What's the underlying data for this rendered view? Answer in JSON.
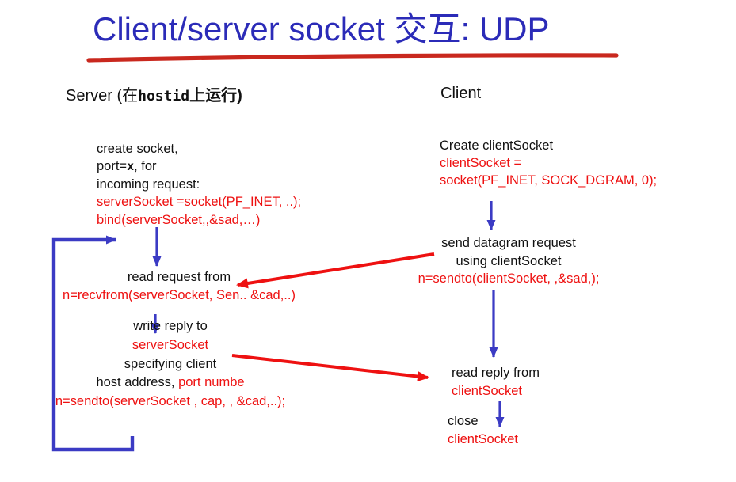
{
  "colors": {
    "title_blue": "#2b2bb8",
    "arrow_blue": "#3b3bc4",
    "code_red": "#ee1111",
    "underline_red": "#c9281e",
    "text_black": "#111111"
  },
  "title": {
    "prefix": "Client/server socket ",
    "cn": "交互",
    "suffix": ": UDP"
  },
  "server": {
    "header": {
      "prefix": "Server (在",
      "host": "hostid",
      "suffix": "上运行)"
    },
    "block1": {
      "line1": "create socket,",
      "line2_pre": "port=",
      "line2_x": "x",
      "line2_post": ", for",
      "line3": "incoming request:",
      "line4": "serverSocket =socket(PF_INET, ..);",
      "line5": "bind(serverSocket,,&sad,…)"
    },
    "block2": {
      "line1": "read request from",
      "line2": "n=recvfrom(serverSocket, Sen.. &cad,..)"
    },
    "block3": {
      "line1": "write reply to",
      "line2": "serverSocket",
      "line3": "specifying client",
      "line4_black": "host address, ",
      "line4_red": "port numbe",
      "line5": "n=sendto(serverSocket , cap, , &cad,..);"
    }
  },
  "client": {
    "header": "Client",
    "block1": {
      "line1": "Create clientSocket",
      "line2": "clientSocket =",
      "line3": "socket(PF_INET, SOCK_DGRAM, 0);"
    },
    "block2": {
      "line1": "send datagram request",
      "line2": "using clientSocket",
      "line3": "n=sendto(clientSocket, ,&sad,);"
    },
    "block3": {
      "line1": "read reply from",
      "line2": "clientSocket"
    },
    "block4": {
      "line1": "close",
      "line2": "clientSocket"
    }
  }
}
